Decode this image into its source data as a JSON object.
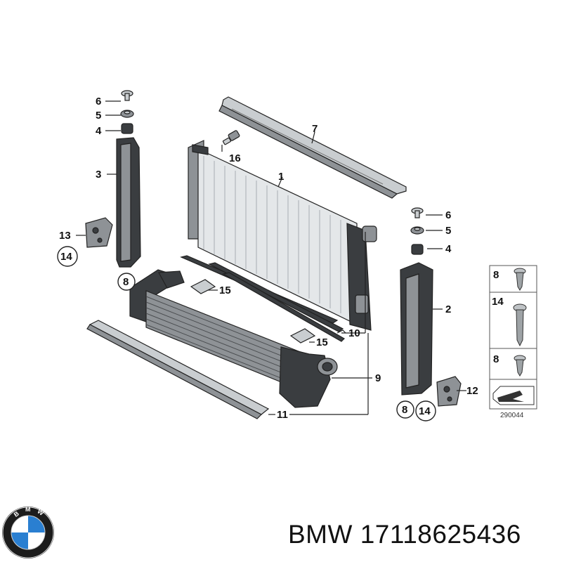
{
  "diagram": {
    "callouts": {
      "p1": "1",
      "p2": "2",
      "p3": "3",
      "p4a": "4",
      "p4b": "4",
      "p5a": "5",
      "p5b": "5",
      "p6a": "6",
      "p6b": "6",
      "p7": "7",
      "p8a": "8",
      "p8b": "8",
      "p9": "9",
      "p10": "10",
      "p11": "11",
      "p12": "12",
      "p13": "13",
      "p14a": "14",
      "p14b": "14",
      "p15a": "15",
      "p15b": "15",
      "p16": "16"
    },
    "legend": {
      "items": [
        "8",
        "14",
        "8"
      ],
      "reference_code": "290044"
    }
  },
  "footer": {
    "brand": "BMW",
    "part_number": "17118625436",
    "logo_letters": "BMW",
    "logo_colors": {
      "blue": "#2a7fd1",
      "white": "#ffffff",
      "ring": "#1c1c1c"
    }
  }
}
